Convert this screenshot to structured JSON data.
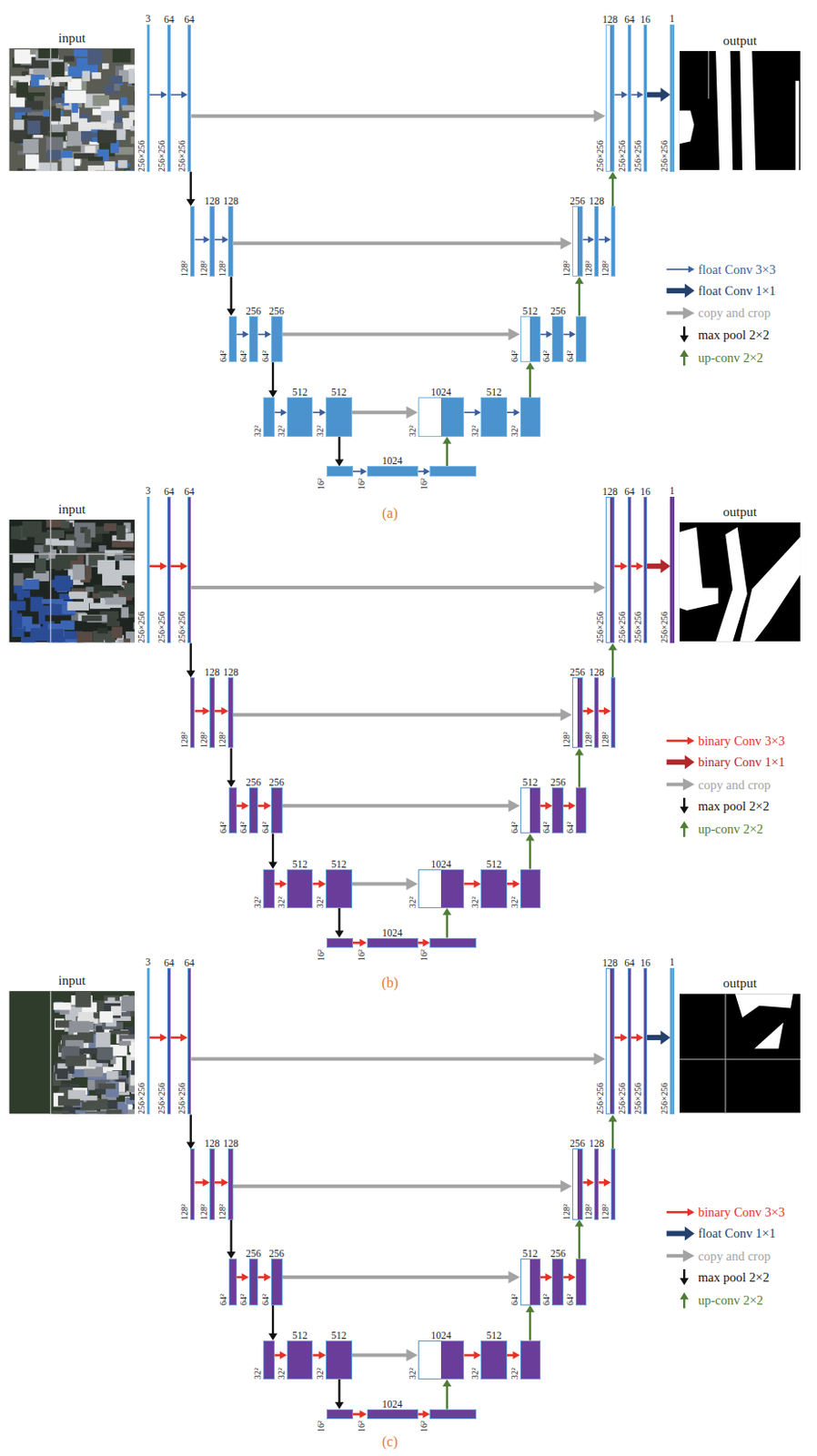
{
  "diagram": {
    "nodes": [
      {
        "text": [
          "input"
        ]
      },
      {
        "text": [
          "3",
          "256×256"
        ]
      },
      {
        "text": [
          "64",
          "256×256"
        ]
      },
      {
        "text": [
          "64",
          "256×256"
        ]
      },
      {
        "text": [
          "128²"
        ]
      },
      {
        "text": [
          "128",
          "128²"
        ]
      },
      {
        "text": [
          "128",
          "128²"
        ]
      },
      {
        "text": [
          "64²"
        ]
      },
      {
        "text": [
          "256",
          "64²"
        ]
      },
      {
        "text": [
          "256",
          "64²"
        ]
      },
      {
        "text": [
          "32²"
        ]
      },
      {
        "text": [
          "512",
          "32²"
        ]
      },
      {
        "text": [
          "512",
          "32²"
        ]
      },
      {
        "text": [
          "16²"
        ]
      },
      {
        "text": [
          "1024",
          "16²"
        ]
      },
      {
        "text": [
          "16²"
        ]
      },
      {
        "text": [
          "1024",
          "32²"
        ]
      },
      {
        "text": [
          "512",
          "32²"
        ]
      },
      {
        "text": [
          "32²"
        ]
      },
      {
        "text": [
          "512",
          "64²"
        ]
      },
      {
        "text": [
          "256",
          "64²"
        ]
      },
      {
        "text": [
          "64²"
        ]
      },
      {
        "text": [
          "256",
          "128²"
        ]
      },
      {
        "text": [
          "128",
          "128²"
        ]
      },
      {
        "text": [
          "128²"
        ]
      },
      {
        "text": [
          "128",
          "256×256"
        ]
      },
      {
        "text": [
          "64",
          "256×256"
        ]
      },
      {
        "text": [
          "16",
          "256×256"
        ]
      },
      {
        "text": [
          "1",
          "256×256"
        ]
      },
      {
        "text": [
          "output"
        ]
      },
      {
        "text": [
          "input"
        ]
      },
      {
        "text": [
          "3",
          "256×256"
        ]
      },
      {
        "text": [
          "64",
          "256×256"
        ]
      },
      {
        "text": [
          "64",
          "256×256"
        ]
      },
      {
        "text": [
          "128²"
        ]
      },
      {
        "text": [
          "128",
          "128²"
        ]
      },
      {
        "text": [
          "128",
          "128²"
        ]
      },
      {
        "text": [
          "64²"
        ]
      },
      {
        "text": [
          "256",
          "64²"
        ]
      },
      {
        "text": [
          "256",
          "64²"
        ]
      },
      {
        "text": [
          "32²"
        ]
      },
      {
        "text": [
          "512",
          "32²"
        ]
      },
      {
        "text": [
          "512",
          "32²"
        ]
      },
      {
        "text": [
          "16²"
        ]
      },
      {
        "text": [
          "1024",
          "16²"
        ]
      },
      {
        "text": [
          "16²"
        ]
      },
      {
        "text": [
          "1024",
          "32²"
        ]
      },
      {
        "text": [
          "512",
          "32²"
        ]
      },
      {
        "text": [
          "32²"
        ]
      },
      {
        "text": [
          "512",
          "64²"
        ]
      },
      {
        "text": [
          "256",
          "64²"
        ]
      },
      {
        "text": [
          "64²"
        ]
      },
      {
        "text": [
          "256",
          "128²"
        ]
      },
      {
        "text": [
          "128",
          "128²"
        ]
      },
      {
        "text": [
          "128²"
        ]
      },
      {
        "text": [
          "128",
          "256×256"
        ]
      },
      {
        "text": [
          "64",
          "256×256"
        ]
      },
      {
        "text": [
          "16",
          "256×256"
        ]
      },
      {
        "text": [
          "1",
          "256×256"
        ]
      },
      {
        "text": [
          "output"
        ]
      },
      {
        "text": [
          "input"
        ]
      },
      {
        "text": [
          "3",
          "256×256"
        ]
      },
      {
        "text": [
          "64",
          "256×256"
        ]
      },
      {
        "text": [
          "64",
          "256×256"
        ]
      },
      {
        "text": [
          "128²"
        ]
      },
      {
        "text": [
          "128",
          "128²"
        ]
      },
      {
        "text": [
          "128",
          "128²"
        ]
      },
      {
        "text": [
          "64²"
        ]
      },
      {
        "text": [
          "256",
          "64²"
        ]
      },
      {
        "text": [
          "256",
          "64²"
        ]
      },
      {
        "text": [
          "32²"
        ]
      },
      {
        "text": [
          "512",
          "32²"
        ]
      },
      {
        "text": [
          "512",
          "32²"
        ]
      },
      {
        "text": [
          "16²"
        ]
      },
      {
        "text": [
          "1024",
          "16²"
        ]
      },
      {
        "text": [
          "16²"
        ]
      },
      {
        "text": [
          "1024",
          "32²"
        ]
      },
      {
        "text": [
          "512",
          "32²"
        ]
      },
      {
        "text": [
          "32²"
        ]
      },
      {
        "text": [
          "512",
          "64²"
        ]
      },
      {
        "text": [
          "256",
          "64²"
        ]
      },
      {
        "text": [
          "64²"
        ]
      },
      {
        "text": [
          "256",
          "128²"
        ]
      },
      {
        "text": [
          "128",
          "128²"
        ]
      },
      {
        "text": [
          "128²"
        ]
      },
      {
        "text": [
          "128",
          "256×256"
        ]
      },
      {
        "text": [
          "64",
          "256×256"
        ]
      },
      {
        "text": [
          "16",
          "256×256"
        ]
      },
      {
        "text": [
          "1",
          "256×256"
        ]
      },
      {
        "text": [
          "output"
        ]
      }
    ],
    "edges": [
      {
        "from": 1,
        "to": 2,
        "arrow": "to"
      },
      {
        "from": 2,
        "to": 3,
        "arrow": "to"
      },
      {
        "from": 4,
        "to": 5,
        "arrow": "to"
      },
      {
        "from": 5,
        "to": 6,
        "arrow": "to"
      },
      {
        "from": 7,
        "to": 8,
        "arrow": "to"
      },
      {
        "from": 8,
        "to": 9,
        "arrow": "to"
      },
      {
        "from": 10,
        "to": 11,
        "arrow": "to"
      },
      {
        "from": 11,
        "to": 12,
        "arrow": "to"
      },
      {
        "from": 13,
        "to": 14,
        "arrow": "to"
      },
      {
        "from": 14,
        "to": 15,
        "arrow": "to"
      },
      {
        "from": 16,
        "to": 17,
        "arrow": "to"
      },
      {
        "from": 17,
        "to": 18,
        "arrow": "to"
      },
      {
        "from": 19,
        "to": 20,
        "arrow": "to"
      },
      {
        "from": 20,
        "to": 21,
        "arrow": "to"
      },
      {
        "from": 22,
        "to": 23,
        "arrow": "to"
      },
      {
        "from": 23,
        "to": 24,
        "arrow": "to"
      },
      {
        "from": 25,
        "to": 26,
        "arrow": "to"
      },
      {
        "from": 26,
        "to": 27,
        "arrow": "to"
      },
      {
        "from": 27,
        "to": 28,
        "arrow": "to"
      },
      {
        "from": 3,
        "to": 4,
        "arrow": "to"
      },
      {
        "from": 6,
        "to": 7,
        "arrow": "to"
      },
      {
        "from": 9,
        "to": 10,
        "arrow": "to"
      },
      {
        "from": 12,
        "to": 13,
        "arrow": "to"
      },
      {
        "from": 3,
        "to": 25,
        "arrow": "to"
      },
      {
        "from": 6,
        "to": 22,
        "arrow": "to"
      },
      {
        "from": 9,
        "to": 19,
        "arrow": "to"
      },
      {
        "from": 12,
        "to": 16,
        "arrow": "to"
      },
      {
        "from": 15,
        "to": 16,
        "arrow": "to"
      },
      {
        "from": 18,
        "to": 19,
        "arrow": "to"
      },
      {
        "from": 21,
        "to": 22,
        "arrow": "to"
      },
      {
        "from": 24,
        "to": 25,
        "arrow": "to"
      },
      {
        "from": 31,
        "to": 32,
        "arrow": "to"
      },
      {
        "from": 32,
        "to": 33,
        "arrow": "to"
      },
      {
        "from": 34,
        "to": 35,
        "arrow": "to"
      },
      {
        "from": 35,
        "to": 36,
        "arrow": "to"
      },
      {
        "from": 37,
        "to": 38,
        "arrow": "to"
      },
      {
        "from": 38,
        "to": 39,
        "arrow": "to"
      },
      {
        "from": 40,
        "to": 41,
        "arrow": "to"
      },
      {
        "from": 41,
        "to": 42,
        "arrow": "to"
      },
      {
        "from": 43,
        "to": 44,
        "arrow": "to"
      },
      {
        "from": 44,
        "to": 45,
        "arrow": "to"
      },
      {
        "from": 46,
        "to": 47,
        "arrow": "to"
      },
      {
        "from": 47,
        "to": 48,
        "arrow": "to"
      },
      {
        "from": 49,
        "to": 50,
        "arrow": "to"
      },
      {
        "from": 50,
        "to": 51,
        "arrow": "to"
      },
      {
        "from": 52,
        "to": 53,
        "arrow": "to"
      },
      {
        "from": 53,
        "to": 54,
        "arrow": "to"
      },
      {
        "from": 55,
        "to": 56,
        "arrow": "to"
      },
      {
        "from": 56,
        "to": 57,
        "arrow": "to"
      },
      {
        "from": 57,
        "to": 58,
        "arrow": "to"
      },
      {
        "from": 33,
        "to": 34,
        "arrow": "to"
      },
      {
        "from": 36,
        "to": 37,
        "arrow": "to"
      },
      {
        "from": 39,
        "to": 40,
        "arrow": "to"
      },
      {
        "from": 42,
        "to": 43,
        "arrow": "to"
      },
      {
        "from": 33,
        "to": 55,
        "arrow": "to"
      },
      {
        "from": 36,
        "to": 52,
        "arrow": "to"
      },
      {
        "from": 39,
        "to": 49,
        "arrow": "to"
      },
      {
        "from": 42,
        "to": 46,
        "arrow": "to"
      },
      {
        "from": 45,
        "to": 46,
        "arrow": "to"
      },
      {
        "from": 48,
        "to": 49,
        "arrow": "to"
      },
      {
        "from": 51,
        "to": 52,
        "arrow": "to"
      },
      {
        "from": 54,
        "to": 55,
        "arrow": "to"
      },
      {
        "from": 61,
        "to": 62,
        "arrow": "to"
      },
      {
        "from": 62,
        "to": 63,
        "arrow": "to"
      },
      {
        "from": 64,
        "to": 65,
        "arrow": "to"
      },
      {
        "from": 65,
        "to": 66,
        "arrow": "to"
      },
      {
        "from": 67,
        "to": 68,
        "arrow": "to"
      },
      {
        "from": 68,
        "to": 69,
        "arrow": "to"
      },
      {
        "from": 70,
        "to": 71,
        "arrow": "to"
      },
      {
        "from": 71,
        "to": 72,
        "arrow": "to"
      },
      {
        "from": 73,
        "to": 74,
        "arrow": "to"
      },
      {
        "from": 74,
        "to": 75,
        "arrow": "to"
      },
      {
        "from": 76,
        "to": 77,
        "arrow": "to"
      },
      {
        "from": 77,
        "to": 78,
        "arrow": "to"
      },
      {
        "from": 79,
        "to": 80,
        "arrow": "to"
      },
      {
        "from": 80,
        "to": 81,
        "arrow": "to"
      },
      {
        "from": 82,
        "to": 83,
        "arrow": "to"
      },
      {
        "from": 83,
        "to": 84,
        "arrow": "to"
      },
      {
        "from": 85,
        "to": 86,
        "arrow": "to"
      },
      {
        "from": 86,
        "to": 87,
        "arrow": "to"
      },
      {
        "from": 87,
        "to": 88,
        "arrow": "to"
      },
      {
        "from": 63,
        "to": 64,
        "arrow": "to"
      },
      {
        "from": 66,
        "to": 67,
        "arrow": "to"
      },
      {
        "from": 69,
        "to": 70,
        "arrow": "to"
      },
      {
        "from": 72,
        "to": 73,
        "arrow": "to"
      },
      {
        "from": 63,
        "to": 85,
        "arrow": "to"
      },
      {
        "from": 66,
        "to": 82,
        "arrow": "to"
      },
      {
        "from": 69,
        "to": 79,
        "arrow": "to"
      },
      {
        "from": 72,
        "to": 76,
        "arrow": "to"
      },
      {
        "from": 75,
        "to": 76,
        "arrow": "to"
      },
      {
        "from": 78,
        "to": 79,
        "arrow": "to"
      },
      {
        "from": 81,
        "to": 82,
        "arrow": "to"
      },
      {
        "from": 84,
        "to": 85,
        "arrow": "to"
      }
    ],
    "labels": [
      "(a)",
      "(b)",
      "(c)"
    ],
    "legend": [
      {
        "text": "float Conv 3×3"
      },
      {
        "text": "float Conv 1×1"
      },
      {
        "text": "copy and crop"
      },
      {
        "text": "max pool 2×2"
      },
      {
        "text": "up-conv 2×2"
      },
      {
        "text": "binary Conv 3×3"
      },
      {
        "text": "binary Conv 1×1"
      },
      {
        "text": "copy and crop"
      },
      {
        "text": "max pool 2×2"
      },
      {
        "text": "up-conv 2×2"
      },
      {
        "text": "binary Conv 3×3"
      },
      {
        "text": "float Conv 1×1"
      },
      {
        "text": "copy and crop"
      },
      {
        "text": "max pool 2×2"
      },
      {
        "text": "up-conv 2×2"
      }
    ]
  }
}
